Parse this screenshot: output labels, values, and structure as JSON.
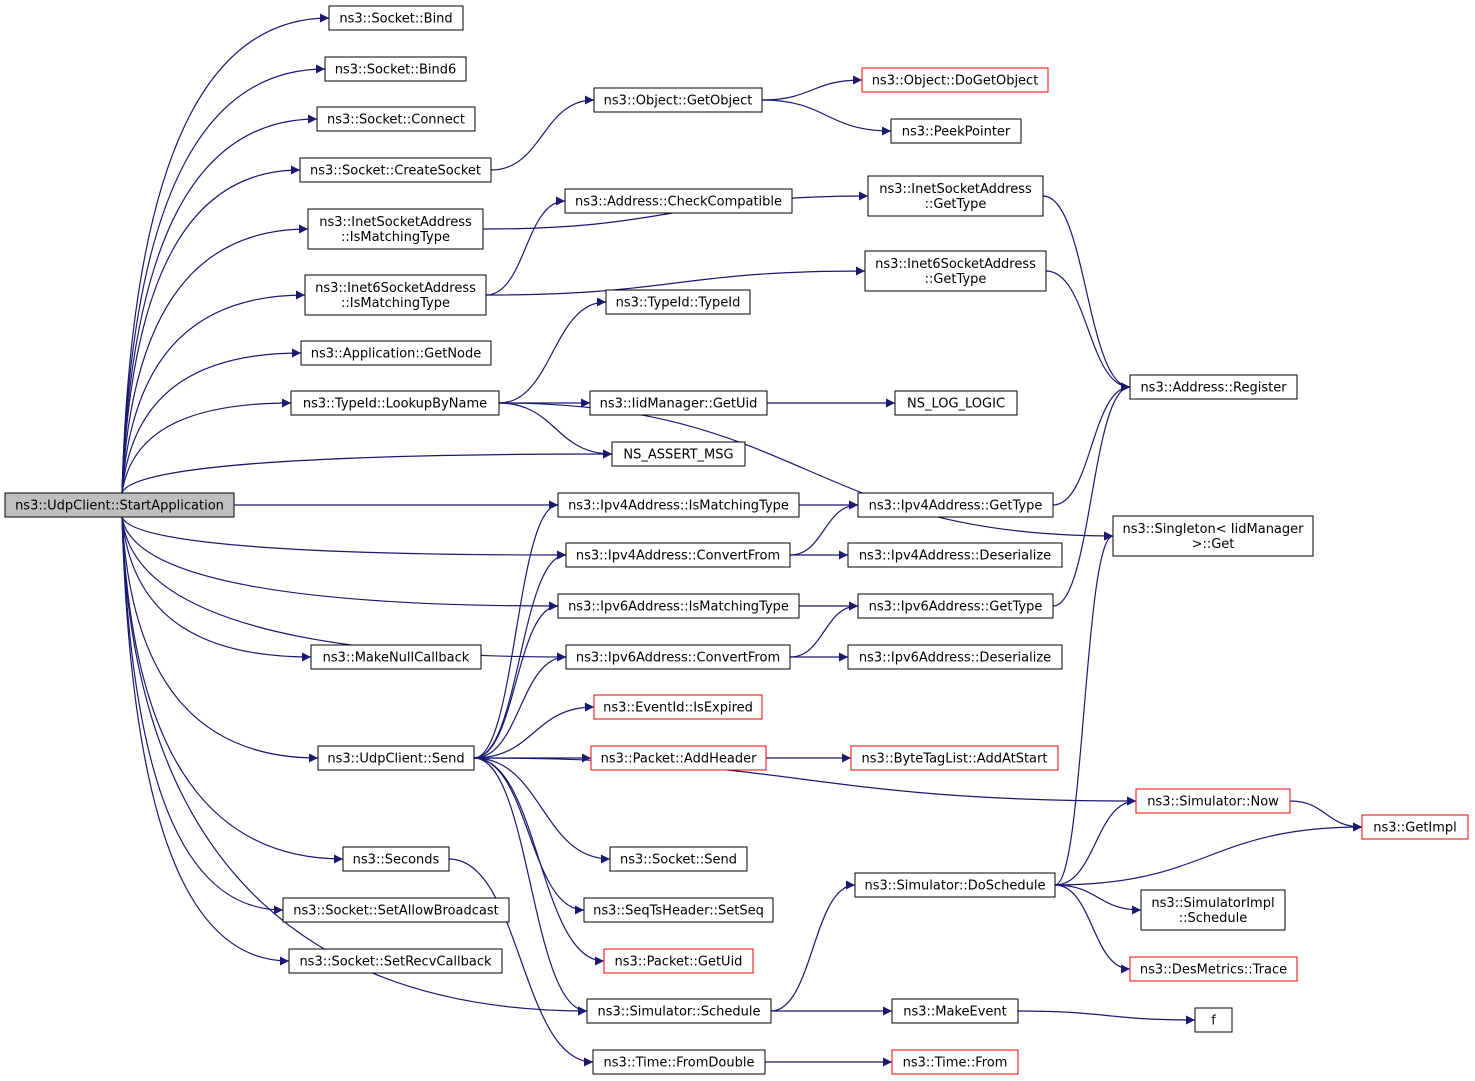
{
  "colors": {
    "edge": "#191970",
    "node_border_black": "#000000",
    "node_border_red": "#ff0000",
    "root_fill": "#bfbfbf",
    "node_fill": "#ffffff"
  },
  "nodes": [
    {
      "id": "start",
      "lines": [
        "ns3::UdpClient::StartApplication"
      ],
      "style": "root"
    },
    {
      "id": "bind",
      "lines": [
        "ns3::Socket::Bind"
      ],
      "style": "black"
    },
    {
      "id": "bind6",
      "lines": [
        "ns3::Socket::Bind6"
      ],
      "style": "black"
    },
    {
      "id": "connect",
      "lines": [
        "ns3::Socket::Connect"
      ],
      "style": "black"
    },
    {
      "id": "createsocket",
      "lines": [
        "ns3::Socket::CreateSocket"
      ],
      "style": "black"
    },
    {
      "id": "inetmatch",
      "lines": [
        "ns3::InetSocketAddress",
        "::IsMatchingType"
      ],
      "style": "black"
    },
    {
      "id": "inet6match",
      "lines": [
        "ns3::Inet6SocketAddress",
        "::IsMatchingType"
      ],
      "style": "black"
    },
    {
      "id": "getnode",
      "lines": [
        "ns3::Application::GetNode"
      ],
      "style": "black"
    },
    {
      "id": "lookup",
      "lines": [
        "ns3::TypeId::LookupByName"
      ],
      "style": "black"
    },
    {
      "id": "makenull",
      "lines": [
        "ns3::MakeNullCallback"
      ],
      "style": "black"
    },
    {
      "id": "send",
      "lines": [
        "ns3::UdpClient::Send"
      ],
      "style": "black"
    },
    {
      "id": "seconds",
      "lines": [
        "ns3::Seconds"
      ],
      "style": "black"
    },
    {
      "id": "setbroadcast",
      "lines": [
        "ns3::Socket::SetAllowBroadcast"
      ],
      "style": "black"
    },
    {
      "id": "setrecv",
      "lines": [
        "ns3::Socket::SetRecvCallback"
      ],
      "style": "black"
    },
    {
      "id": "getobject",
      "lines": [
        "ns3::Object::GetObject"
      ],
      "style": "black"
    },
    {
      "id": "checkcompat",
      "lines": [
        "ns3::Address::CheckCompatible"
      ],
      "style": "black"
    },
    {
      "id": "typeidctor",
      "lines": [
        "ns3::TypeId::TypeId"
      ],
      "style": "black"
    },
    {
      "id": "iidgetuid",
      "lines": [
        "ns3::IidManager::GetUid"
      ],
      "style": "black"
    },
    {
      "id": "assertmsg",
      "lines": [
        "NS_ASSERT_MSG"
      ],
      "style": "black"
    },
    {
      "id": "ipv4match",
      "lines": [
        "ns3::Ipv4Address::IsMatchingType"
      ],
      "style": "black"
    },
    {
      "id": "ipv4conv",
      "lines": [
        "ns3::Ipv4Address::ConvertFrom"
      ],
      "style": "black"
    },
    {
      "id": "ipv6match",
      "lines": [
        "ns3::Ipv6Address::IsMatchingType"
      ],
      "style": "black"
    },
    {
      "id": "ipv6conv",
      "lines": [
        "ns3::Ipv6Address::ConvertFrom"
      ],
      "style": "black"
    },
    {
      "id": "isexpired",
      "lines": [
        "ns3::EventId::IsExpired"
      ],
      "style": "red"
    },
    {
      "id": "addheader",
      "lines": [
        "ns3::Packet::AddHeader"
      ],
      "style": "red"
    },
    {
      "id": "socksend",
      "lines": [
        "ns3::Socket::Send"
      ],
      "style": "black"
    },
    {
      "id": "setseq",
      "lines": [
        "ns3::SeqTsHeader::SetSeq"
      ],
      "style": "black"
    },
    {
      "id": "getuid",
      "lines": [
        "ns3::Packet::GetUid"
      ],
      "style": "red"
    },
    {
      "id": "schedule",
      "lines": [
        "ns3::Simulator::Schedule"
      ],
      "style": "black"
    },
    {
      "id": "fromdouble",
      "lines": [
        "ns3::Time::FromDouble"
      ],
      "style": "black"
    },
    {
      "id": "dogetobject",
      "lines": [
        "ns3::Object::DoGetObject"
      ],
      "style": "red"
    },
    {
      "id": "peekpointer",
      "lines": [
        "ns3::PeekPointer"
      ],
      "style": "black"
    },
    {
      "id": "inetgettype",
      "lines": [
        "ns3::InetSocketAddress",
        "::GetType"
      ],
      "style": "black"
    },
    {
      "id": "inet6gettype",
      "lines": [
        "ns3::Inet6SocketAddress",
        "::GetType"
      ],
      "style": "black"
    },
    {
      "id": "nslog",
      "lines": [
        "NS_LOG_LOGIC"
      ],
      "style": "black"
    },
    {
      "id": "ipv4gettype",
      "lines": [
        "ns3::Ipv4Address::GetType"
      ],
      "style": "black"
    },
    {
      "id": "ipv4deser",
      "lines": [
        "ns3::Ipv4Address::Deserialize"
      ],
      "style": "black"
    },
    {
      "id": "ipv6gettype",
      "lines": [
        "ns3::Ipv6Address::GetType"
      ],
      "style": "black"
    },
    {
      "id": "ipv6deser",
      "lines": [
        "ns3::Ipv6Address::Deserialize"
      ],
      "style": "black"
    },
    {
      "id": "addatstart",
      "lines": [
        "ns3::ByteTagList::AddAtStart"
      ],
      "style": "red"
    },
    {
      "id": "doschedule",
      "lines": [
        "ns3::Simulator::DoSchedule"
      ],
      "style": "black"
    },
    {
      "id": "makeevent",
      "lines": [
        "ns3::MakeEvent"
      ],
      "style": "black"
    },
    {
      "id": "timefrom",
      "lines": [
        "ns3::Time::From"
      ],
      "style": "red"
    },
    {
      "id": "register",
      "lines": [
        "ns3::Address::Register"
      ],
      "style": "black"
    },
    {
      "id": "singleton",
      "lines": [
        "ns3::Singleton< IidManager",
        ">::Get"
      ],
      "style": "black"
    },
    {
      "id": "simnow",
      "lines": [
        "ns3::Simulator::Now"
      ],
      "style": "red"
    },
    {
      "id": "getimpl",
      "lines": [
        "ns3::GetImpl"
      ],
      "style": "red"
    },
    {
      "id": "simimplsched",
      "lines": [
        "ns3::SimulatorImpl",
        "::Schedule"
      ],
      "style": "black"
    },
    {
      "id": "desmetrics",
      "lines": [
        "ns3::DesMetrics::Trace"
      ],
      "style": "red"
    },
    {
      "id": "f",
      "lines": [
        "f"
      ],
      "style": "black"
    }
  ],
  "edges": [
    [
      "start",
      "bind"
    ],
    [
      "start",
      "bind6"
    ],
    [
      "start",
      "connect"
    ],
    [
      "start",
      "createsocket"
    ],
    [
      "start",
      "inetmatch"
    ],
    [
      "start",
      "inet6match"
    ],
    [
      "start",
      "getnode"
    ],
    [
      "start",
      "lookup"
    ],
    [
      "start",
      "assertmsg"
    ],
    [
      "start",
      "ipv4match"
    ],
    [
      "start",
      "ipv4conv"
    ],
    [
      "start",
      "ipv6match"
    ],
    [
      "start",
      "ipv6conv"
    ],
    [
      "start",
      "makenull"
    ],
    [
      "start",
      "send"
    ],
    [
      "start",
      "schedule"
    ],
    [
      "start",
      "seconds"
    ],
    [
      "start",
      "setbroadcast"
    ],
    [
      "start",
      "setrecv"
    ],
    [
      "createsocket",
      "getobject"
    ],
    [
      "getobject",
      "dogetobject"
    ],
    [
      "getobject",
      "peekpointer"
    ],
    [
      "inetmatch",
      "inetgettype"
    ],
    [
      "inet6match",
      "checkcompat"
    ],
    [
      "inet6match",
      "inet6gettype"
    ],
    [
      "inetgettype",
      "register"
    ],
    [
      "inet6gettype",
      "register"
    ],
    [
      "lookup",
      "typeidctor"
    ],
    [
      "lookup",
      "singleton"
    ],
    [
      "lookup",
      "iidgetuid"
    ],
    [
      "lookup",
      "assertmsg"
    ],
    [
      "iidgetuid",
      "nslog"
    ],
    [
      "ipv4match",
      "ipv4gettype"
    ],
    [
      "ipv4conv",
      "ipv4gettype"
    ],
    [
      "ipv4conv",
      "ipv4deser"
    ],
    [
      "ipv6match",
      "ipv6gettype"
    ],
    [
      "ipv6conv",
      "ipv6gettype"
    ],
    [
      "ipv6conv",
      "ipv6deser"
    ],
    [
      "ipv4gettype",
      "register"
    ],
    [
      "ipv6gettype",
      "register"
    ],
    [
      "send",
      "ipv4match"
    ],
    [
      "send",
      "ipv4conv"
    ],
    [
      "send",
      "ipv6match"
    ],
    [
      "send",
      "ipv6conv"
    ],
    [
      "send",
      "isexpired"
    ],
    [
      "send",
      "addheader"
    ],
    [
      "send",
      "simnow"
    ],
    [
      "send",
      "socksend"
    ],
    [
      "send",
      "setseq"
    ],
    [
      "send",
      "getuid"
    ],
    [
      "send",
      "schedule"
    ],
    [
      "addheader",
      "addatstart"
    ],
    [
      "seconds",
      "fromdouble"
    ],
    [
      "fromdouble",
      "timefrom"
    ],
    [
      "schedule",
      "doschedule"
    ],
    [
      "schedule",
      "makeevent"
    ],
    [
      "makeevent",
      "f"
    ],
    [
      "doschedule",
      "singleton"
    ],
    [
      "doschedule",
      "simnow"
    ],
    [
      "doschedule",
      "getimpl"
    ],
    [
      "doschedule",
      "simimplsched"
    ],
    [
      "doschedule",
      "desmetrics"
    ],
    [
      "simnow",
      "getimpl"
    ]
  ]
}
